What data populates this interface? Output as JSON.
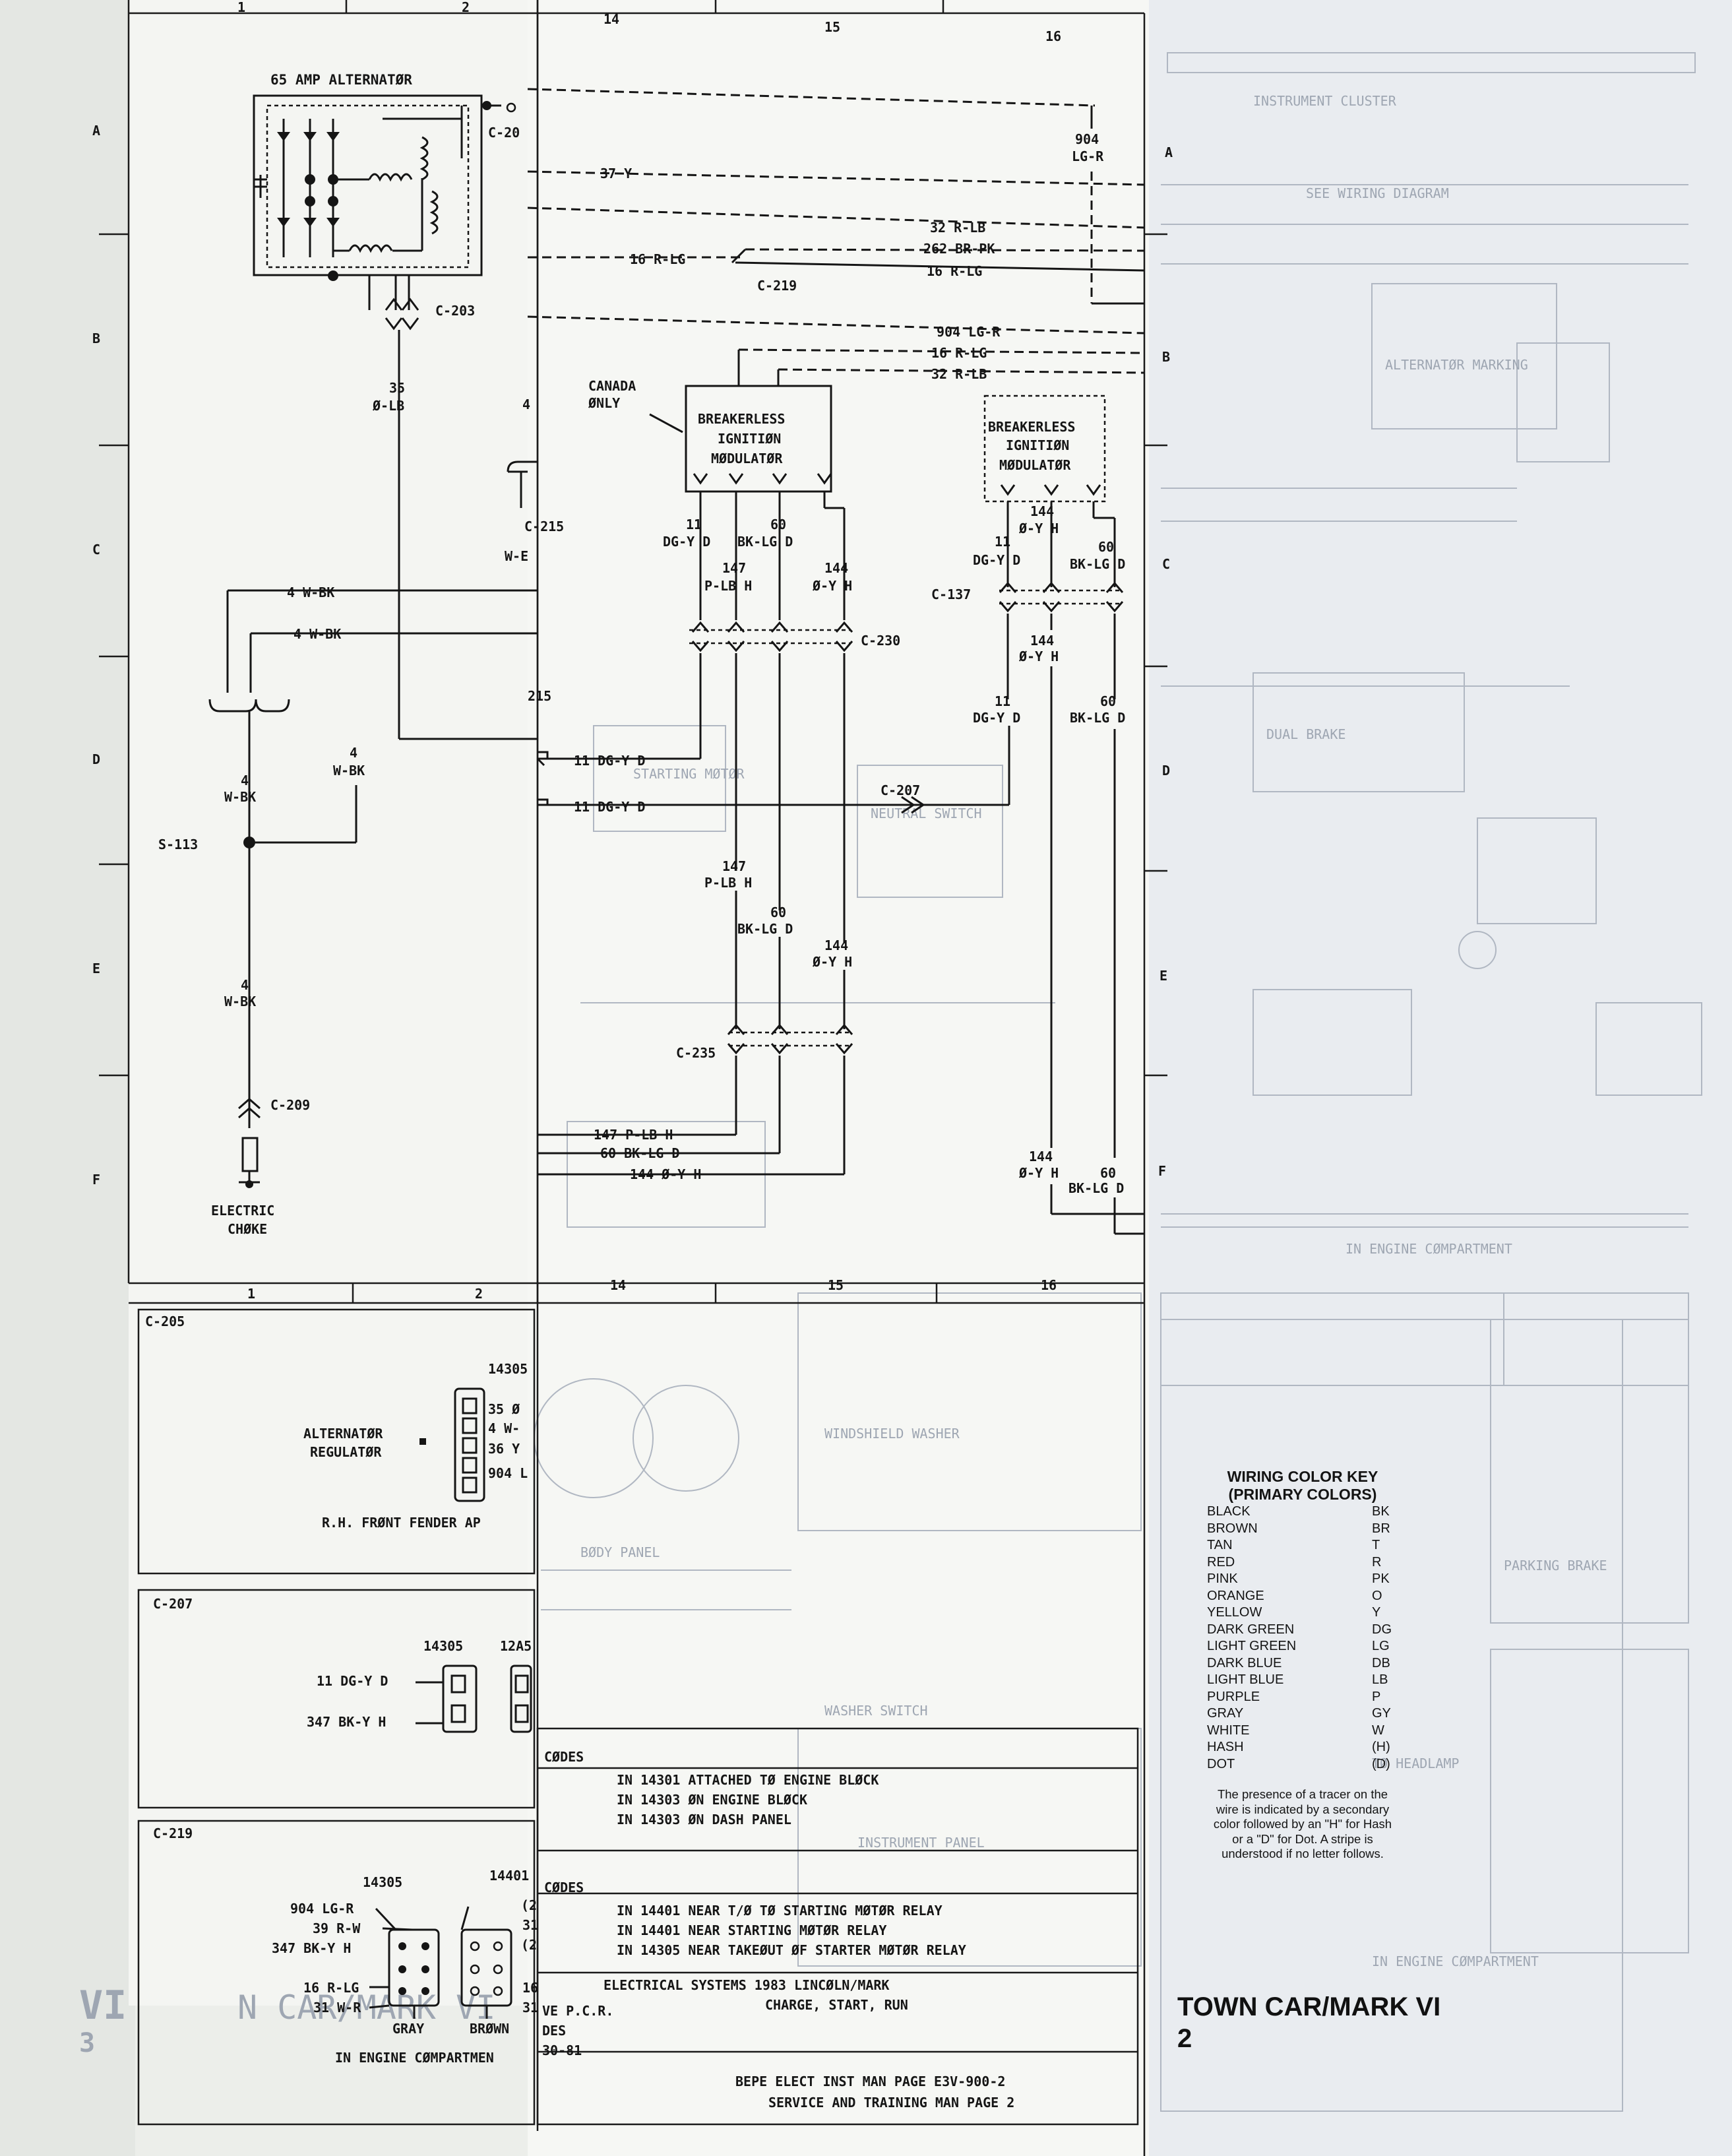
{
  "grid": {
    "columns": [
      "1",
      "2",
      "14",
      "15",
      "16"
    ],
    "rows": [
      "A",
      "B",
      "C",
      "D",
      "E",
      "F"
    ]
  },
  "components": {
    "alternator": "65 AMP ALTERNATØR",
    "modulator_1": [
      "BREAKERLESS",
      "IGNITIØN",
      "MØDULATØR"
    ],
    "modulator_2": [
      "BREAKERLESS",
      "IGNITIØN",
      "MØDULATØR"
    ],
    "canada_note": [
      "CANADA",
      "ØNLY"
    ],
    "choke": [
      "ELECTRIC",
      "CHØKE"
    ],
    "splice": "S-113"
  },
  "connectors": [
    "C-203",
    "C-219",
    "C-215",
    "C-230",
    "C-137",
    "C-207",
    "C-235",
    "C-209",
    "C-20"
  ],
  "wires": {
    "w904": [
      "904",
      "LG-R"
    ],
    "w37": "37 Y",
    "w32a": "32 R-LB",
    "w262": "262 BR-PK",
    "w16a": "16 R-LG",
    "w16b": "16 R-LG",
    "w904b": "904 LG-R",
    "w16c": "16 R-LG",
    "w32b": "32 R-LB",
    "w35": [
      "35",
      "Ø-LB"
    ],
    "w4a": "4 W-BK",
    "w4b": "4 W-BK",
    "w4c": [
      "4",
      "W-BK"
    ],
    "w4d": [
      "4",
      "W-BK"
    ],
    "w4e": [
      "4",
      "W-BK"
    ],
    "w4f": "4",
    "wWE": "W-E",
    "w215": "215",
    "w11a": "11 DG-Y D",
    "w11b": "11 DG-Y D",
    "m11": [
      "11",
      "DG-Y D"
    ],
    "m60": [
      "60",
      "BK-LG D"
    ],
    "m147": [
      "147",
      "P-LB H"
    ],
    "m144": [
      "144",
      "Ø-Y H"
    ],
    "r144a": [
      "144",
      "Ø-Y H"
    ],
    "r11": [
      "11",
      "DG-Y D"
    ],
    "r60": [
      "60",
      "BK-LG D"
    ],
    "r144b": [
      "144",
      "Ø-Y H"
    ],
    "r11b": [
      "11",
      "DG-Y D"
    ],
    "r60b": [
      "60",
      "BK-LG D"
    ],
    "c147": [
      "147",
      "P-LB H"
    ],
    "c60": [
      "60",
      "BK-LG D"
    ],
    "c144": [
      "144",
      "Ø-Y H"
    ],
    "b147": "147 P-LB H",
    "b60": "60 BK-LG D",
    "b144": "144 Ø-Y H",
    "f144": [
      "144",
      "Ø-Y H"
    ],
    "f60": [
      "60",
      "BK-LG D"
    ]
  },
  "views": {
    "c205": {
      "id": "C-205",
      "part": "14305",
      "label": [
        "ALTERNATØR",
        "REGULATØR"
      ],
      "pins": [
        "35 Ø",
        "4 W-",
        "36 Y",
        "904 L"
      ],
      "location": "R.H. FRØNT FENDER AP"
    },
    "c207": {
      "id": "C-207",
      "part1": "14305",
      "part2": "12A5",
      "pins": [
        "11 DG-Y D",
        "347 BK-Y H"
      ]
    },
    "c219": {
      "id": "C-219",
      "part1": "14305",
      "part2": "14401",
      "pins_left": [
        "904 LG-R",
        "39 R-W",
        "347 BK-Y H",
        "16 R-LG",
        "31 W-R"
      ],
      "pins_right": [
        "(2",
        "31",
        "(2",
        "16",
        "31"
      ],
      "colors": [
        "GRAY",
        "BRØWN"
      ],
      "location": "IN ENGINE CØMPARTMEN"
    }
  },
  "codes": {
    "header1": "CØDES",
    "lines1": [
      "IN 14301 ATTACHED TØ ENGINE BLØCK",
      "IN 14303 ØN ENGINE BLØCK",
      "IN 14303 ØN DASH PANEL"
    ],
    "header2": "CØDES",
    "lines2": [
      "IN 14401 NEAR T/Ø TØ STARTING MØTØR RELAY",
      "IN 14401 NEAR STARTING MØTØR RELAY",
      "IN 14305 NEAR TAKEØUT ØF STARTER MØTØR RELAY"
    ],
    "system": [
      "ELECTRICAL SYSTEMS 1983 LINCØLN/MARK",
      "CHARGE, START, RUN"
    ],
    "refs": [
      "BEPE ELECT INST MAN PAGE E3V-900-2",
      "SERVICE AND TRAINING MAN PAGE 2"
    ],
    "fragments": [
      "VE P.C.R.",
      "DES",
      "30-81"
    ]
  },
  "color_key": {
    "title": [
      "WIRING COLOR KEY",
      "(PRIMARY COLORS)"
    ],
    "entries": [
      [
        "BLACK",
        "BK"
      ],
      [
        "BROWN",
        "BR"
      ],
      [
        "TAN",
        "T"
      ],
      [
        "RED",
        "R"
      ],
      [
        "PINK",
        "PK"
      ],
      [
        "ORANGE",
        "O"
      ],
      [
        "YELLOW",
        "Y"
      ],
      [
        "DARK GREEN",
        "DG"
      ],
      [
        "LIGHT GREEN",
        "LG"
      ],
      [
        "DARK BLUE",
        "DB"
      ],
      [
        "LIGHT BLUE",
        "LB"
      ],
      [
        "PURPLE",
        "P"
      ],
      [
        "GRAY",
        "GY"
      ],
      [
        "WHITE",
        "W"
      ],
      [
        "HASH",
        "(H)"
      ],
      [
        "DOT",
        "(D)"
      ]
    ],
    "note": "The presence of a tracer on the wire is indicated by a secondary color followed by an \"H\" for Hash or a \"D\" for Dot. A stripe is understood if no letter follows."
  },
  "page": {
    "title": "TOWN CAR/MARK VI",
    "number": "2"
  },
  "colors": {
    "ink": "#151515",
    "paper": "#f6f7f4",
    "ghost": "#9ea6b2"
  }
}
